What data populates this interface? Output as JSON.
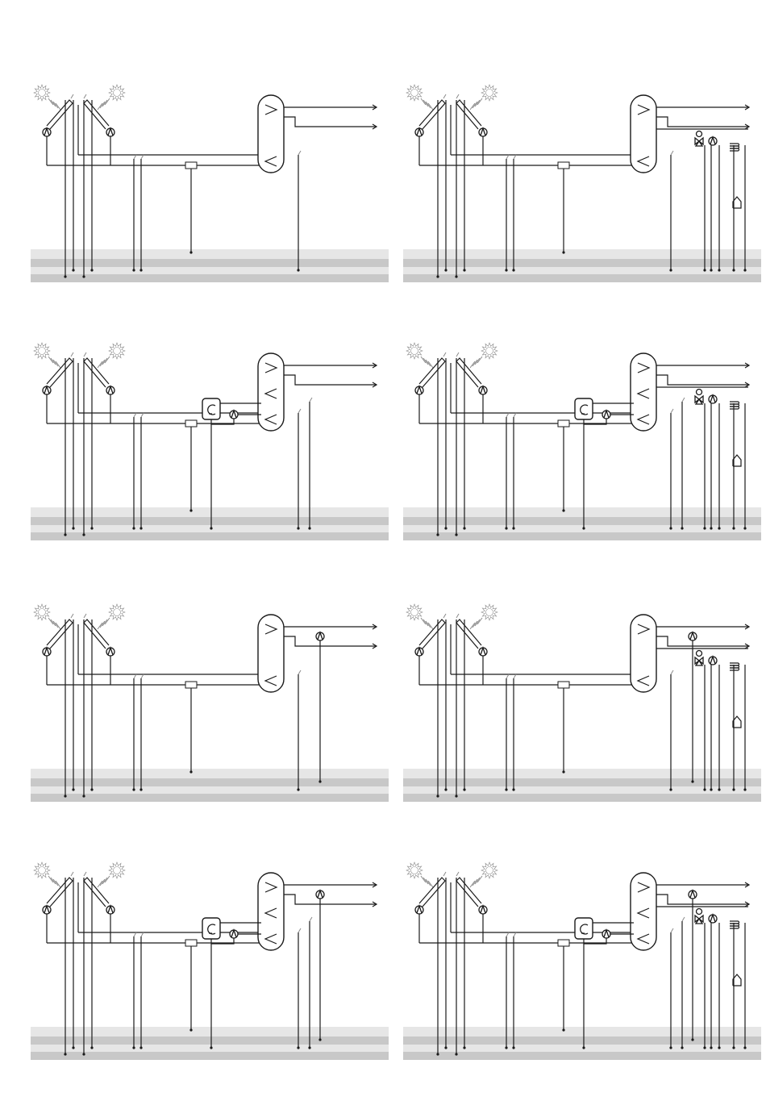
{
  "controller_label": "",
  "diagrams": [
    {
      "storage_coils": 2,
      "aux_boiler": false,
      "dhw_circulation": false,
      "heating_circuit": false
    },
    {
      "storage_coils": 2,
      "aux_boiler": false,
      "dhw_circulation": false,
      "heating_circuit": true
    },
    {
      "storage_coils": 3,
      "aux_boiler": true,
      "dhw_circulation": false,
      "heating_circuit": false
    },
    {
      "storage_coils": 3,
      "aux_boiler": true,
      "dhw_circulation": false,
      "heating_circuit": true
    },
    {
      "storage_coils": 2,
      "aux_boiler": false,
      "dhw_circulation": true,
      "heating_circuit": false
    },
    {
      "storage_coils": 2,
      "aux_boiler": false,
      "dhw_circulation": true,
      "heating_circuit": true
    },
    {
      "storage_coils": 3,
      "aux_boiler": true,
      "dhw_circulation": true,
      "heating_circuit": false
    },
    {
      "storage_coils": 3,
      "aux_boiler": true,
      "dhw_circulation": true,
      "heating_circuit": true
    }
  ],
  "colors": {
    "line": "#1a1a1a",
    "sensor": "#8a8a8a",
    "band_dark": "#c8c8c8",
    "band_light": "#e6e6e6"
  }
}
